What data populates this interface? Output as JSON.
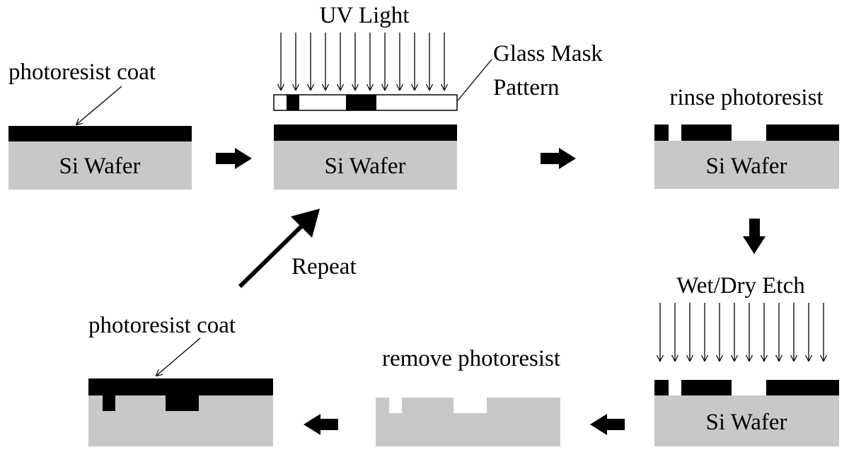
{
  "colors": {
    "wafer": "#c8c8c8",
    "photoresist": "#000000",
    "mask_fill": "#ffffff",
    "background": "#ffffff"
  },
  "labels": {
    "photoresist_coat_1": "photoresist coat",
    "uv_light": "UV Light",
    "glass_mask_line1": "Glass Mask",
    "glass_mask_line2": "Pattern",
    "rinse_photoresist": "rinse photoresist",
    "wet_dry_etch": "Wet/Dry Etch",
    "remove_photoresist": "remove photoresist",
    "photoresist_coat_2": "photoresist coat",
    "repeat": "Repeat"
  },
  "wafers": {
    "step1": "Si Wafer",
    "step2": "Si Wafer",
    "step3": "Si Wafer",
    "step4": "Si Wafer"
  }
}
